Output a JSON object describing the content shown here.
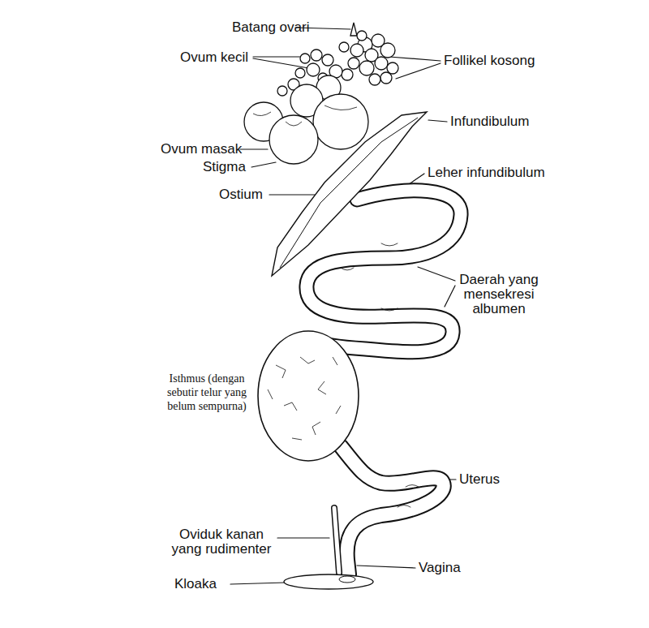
{
  "diagram": {
    "labels": [
      "Batang ovari",
      "Ovum kecil",
      "Follikel kosong",
      "Infundibulum",
      "Ovum masak",
      "Stigma",
      "Leher infundibulum",
      "Ostium",
      "Daerah yang mensekresi albumen",
      "Isthmus (dengan sebutir telur yang belum sempurna)",
      "Uterus",
      "Oviduk kanan yang rudimenter",
      "Vagina",
      "Kloaka"
    ]
  }
}
